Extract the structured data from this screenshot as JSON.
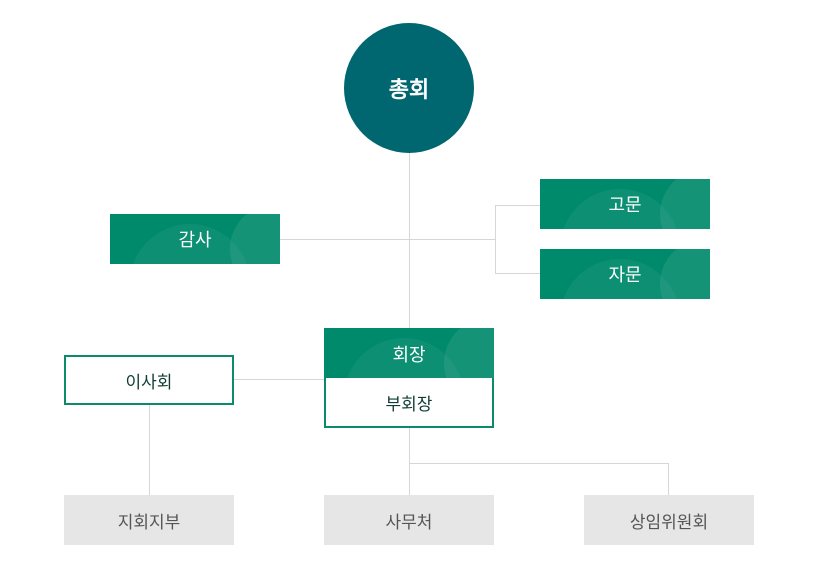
{
  "nodes": {
    "general_assembly": "총회",
    "auditor": "감사",
    "advisor": "고문",
    "consultant": "자문",
    "chairman": "회장",
    "vice_chairman": "부회장",
    "board": "이사회",
    "branches": "지회지부",
    "secretariat": "사무처",
    "standing_committee": "상임위원회"
  },
  "colors": {
    "circle": "#00666f",
    "green_box": "#008a6c",
    "outline": "#0b8a6c",
    "gray_box": "#e6e6e6",
    "connector": "#d6d6d6"
  }
}
